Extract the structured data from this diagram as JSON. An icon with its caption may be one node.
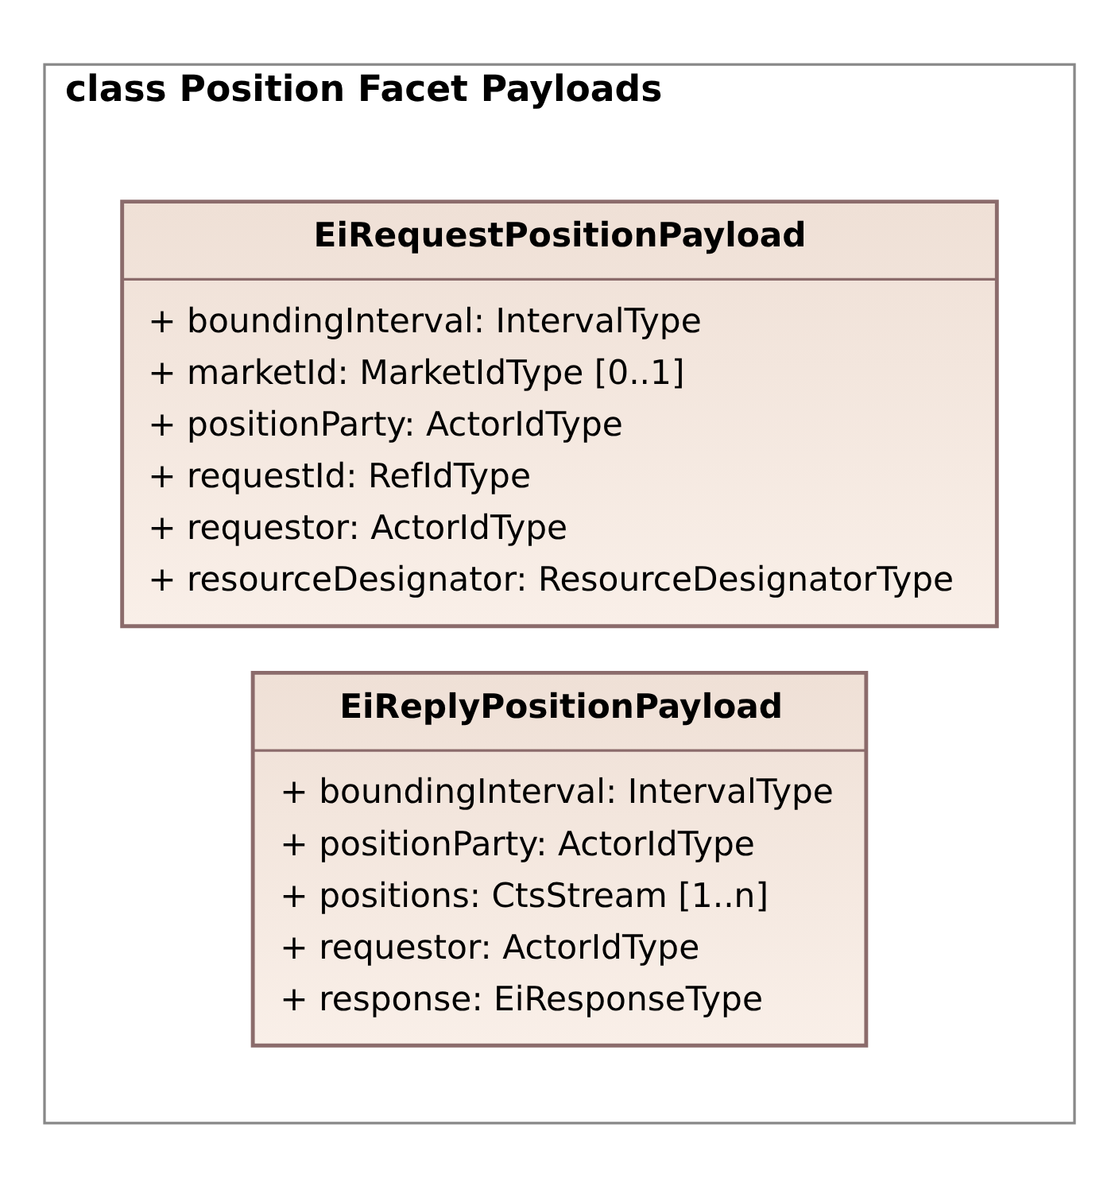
{
  "diagram": {
    "nodes": [
      {
        "text": [
          "class Position Facet Payloads"
        ]
      },
      {
        "text": [
          "EiRequestPositionPayload",
          "+ boundingInterval: IntervalType",
          "+ marketId: MarketIdType [0..1]",
          "+ positionParty: ActorIdType",
          "+ requestId: RefIdType",
          "+ requestor: ActorIdType",
          "+ resourceDesignator: ResourceDesignatorType"
        ],
        "in": 0
      },
      {
        "text": [
          "EiReplyPositionPayload",
          "+ boundingInterval: IntervalType",
          "+ positionParty: ActorIdType",
          "+ positions: CtsStream [1..n]",
          "+ requestor: ActorIdType",
          "+ response: EiResponseType"
        ],
        "in": 0
      }
    ],
    "edges": []
  }
}
